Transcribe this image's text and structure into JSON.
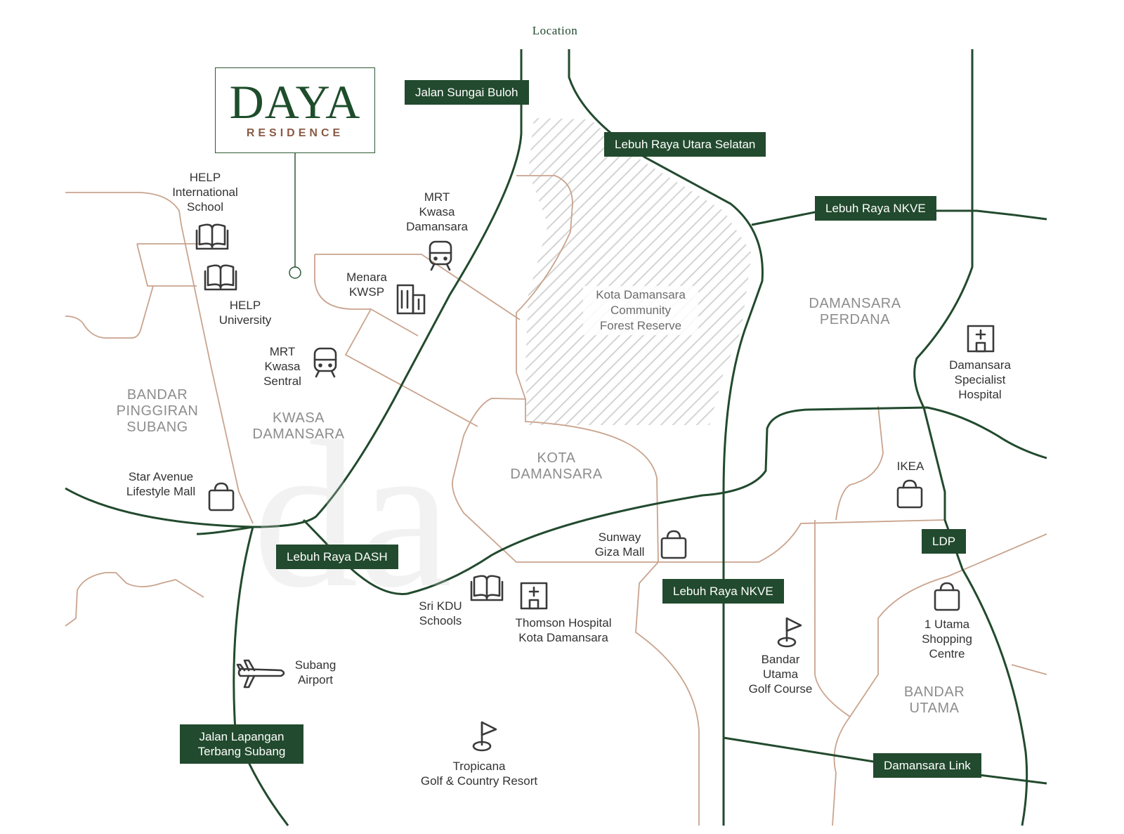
{
  "page": {
    "title": "Location"
  },
  "logo": {
    "name": "DAYA",
    "subtitle": "RESIDENCE"
  },
  "colors": {
    "road_dark": "#224a2e",
    "road_minor": "#c9a48e",
    "text": "#333333",
    "area_text": "#8d8d8d",
    "forest_hatch": "#d4d4d4"
  },
  "roads": {
    "sungai_buloh": "Jalan Sungai Buloh",
    "utara_selatan": "Lebuh Raya Utara Selatan",
    "nkve_top": "Lebuh Raya NKVE",
    "dash": "Lebuh Raya DASH",
    "nkve_bottom": "Lebuh Raya NKVE",
    "ldp": "LDP",
    "lapangan_line1": "Jalan Lapangan",
    "lapangan_line2": "Terbang Subang",
    "damansara_link": "Damansara Link"
  },
  "areas": {
    "bandar_pinggiran_subang": [
      "BANDAR",
      "PINGGIRAN",
      "SUBANG"
    ],
    "kwasa_damansara": [
      "KWASA",
      "DAMANSARA"
    ],
    "kota_damansara": [
      "KOTA",
      "DAMANSARA"
    ],
    "damansara_perdana": [
      "DAMANSARA",
      "PERDANA"
    ],
    "bandar_utama": [
      "BANDAR",
      "UTAMA"
    ]
  },
  "forest_reserve": [
    "Kota Damansara",
    "Community",
    "Forest Reserve"
  ],
  "pois": {
    "help_school": {
      "lines": [
        "HELP",
        "International",
        "School"
      ],
      "icon": "book-icon"
    },
    "help_university": {
      "lines": [
        "HELP",
        "University"
      ],
      "icon": "book-icon"
    },
    "mrt_kwasa_damansara": {
      "lines": [
        "MRT",
        "Kwasa",
        "Damansara"
      ],
      "icon": "train-icon"
    },
    "menara_kwsp": {
      "lines": [
        "Menara",
        "KWSP"
      ],
      "icon": "building-icon"
    },
    "mrt_kwasa_sentral": {
      "lines": [
        "MRT",
        "Kwasa",
        "Sentral"
      ],
      "icon": "train-icon"
    },
    "star_avenue": {
      "lines": [
        "Star Avenue",
        "Lifestyle Mall"
      ],
      "icon": "shopping-bag-icon"
    },
    "sunway_giza": {
      "lines": [
        "Sunway",
        "Giza Mall"
      ],
      "icon": "shopping-bag-icon"
    },
    "sri_kdu": {
      "lines": [
        "Sri KDU",
        "Schools"
      ],
      "icon": "book-icon"
    },
    "thomson_hospital": {
      "lines": [
        "Thomson Hospital",
        "Kota Damansara"
      ],
      "icon": "hospital-icon"
    },
    "damansara_specialist": {
      "lines": [
        "Damansara",
        "Specialist",
        "Hospital"
      ],
      "icon": "hospital-icon"
    },
    "ikea": {
      "lines": [
        "IKEA"
      ],
      "icon": "shopping-bag-icon"
    },
    "one_utama": {
      "lines": [
        "1 Utama",
        "Shopping",
        "Centre"
      ],
      "icon": "shopping-bag-icon"
    },
    "bandar_utama_golf": {
      "lines": [
        "Bandar",
        "Utama",
        "Golf Course"
      ],
      "icon": "golf-flag-icon"
    },
    "subang_airport": {
      "lines": [
        "Subang",
        "Airport"
      ],
      "icon": "airplane-icon"
    },
    "tropicana": {
      "lines": [
        "Tropicana",
        "Golf & Country Resort"
      ],
      "icon": "golf-flag-icon"
    }
  }
}
